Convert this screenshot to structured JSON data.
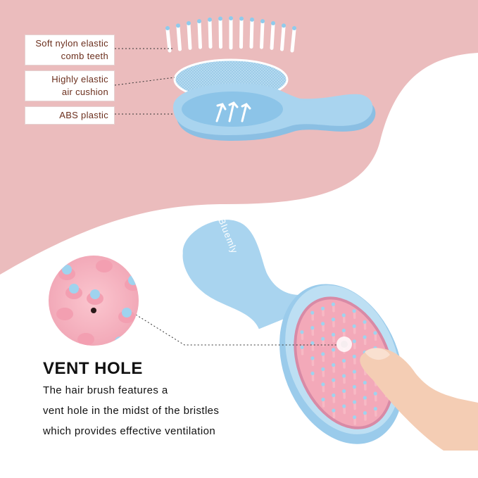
{
  "callouts": {
    "teeth": {
      "line1": "Soft nylon elastic",
      "line2": "comb teeth"
    },
    "cushion": {
      "line1": "Highly elastic",
      "line2": "air cushion"
    },
    "plastic": {
      "line1": "ABS plastic"
    }
  },
  "brand": "Bluemly",
  "feature": {
    "title": "VENT HOLE",
    "lines": [
      "The hair brush features a",
      "vent hole in the midst of the bristles",
      "which provides effective ventilation"
    ]
  },
  "colors": {
    "background_pink": "#ebbcbd",
    "brush_blue": "#a9d4ef",
    "bristle_pink": "#f7b9c4",
    "bristle_tip": "#9fd3ee",
    "text_brown": "#6b2f1d"
  },
  "icons": [
    "arrow-up-icon",
    "vent-hole-icon",
    "finger-icon"
  ]
}
